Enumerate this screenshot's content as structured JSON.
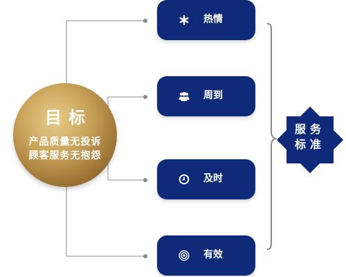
{
  "center": {
    "title": "目标",
    "line1": "产品质量无投诉",
    "line2": "顾客服务无抱怨"
  },
  "items": [
    {
      "label": "热情",
      "icon": "asterisk-icon"
    },
    {
      "label": "周到",
      "icon": "users-icon"
    },
    {
      "label": "及时",
      "icon": "clock-icon"
    },
    {
      "label": "有效",
      "icon": "target-icon"
    }
  ],
  "badge": {
    "line1": "服务",
    "line2": "标准"
  },
  "colors": {
    "navy": "#0e2a78",
    "gold": "#c9a35a",
    "connector": "#8a8a8a"
  }
}
